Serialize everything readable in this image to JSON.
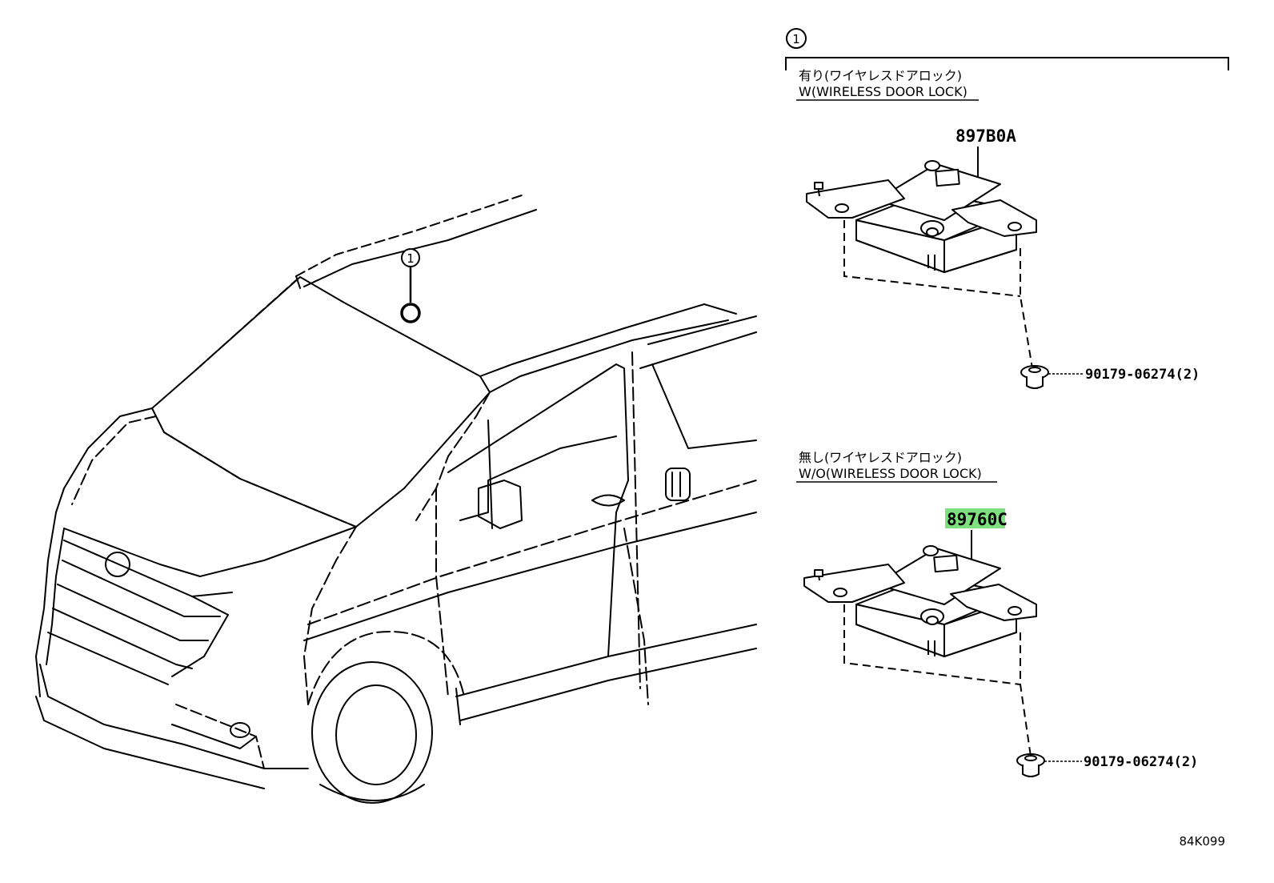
{
  "callouts": {
    "top_ref": "1",
    "car_ref": "1"
  },
  "groups": [
    {
      "label_jp": "有り(ワイヤレスドアロック)",
      "label_en": "W(WIRELESS DOOR LOCK)",
      "part_number": "897B0A",
      "fastener": "90179-06274(2)",
      "highlighted": false
    },
    {
      "label_jp": "無し(ワイヤレスドアロック)",
      "label_en": "W/O(WIRELESS DOOR LOCK)",
      "part_number": "89760C",
      "fastener": "90179-06274(2)",
      "highlighted": true
    }
  ],
  "figure_id": "84K099",
  "colors": {
    "line": "#000000",
    "highlight": "#7fe07f",
    "background": "#ffffff"
  }
}
